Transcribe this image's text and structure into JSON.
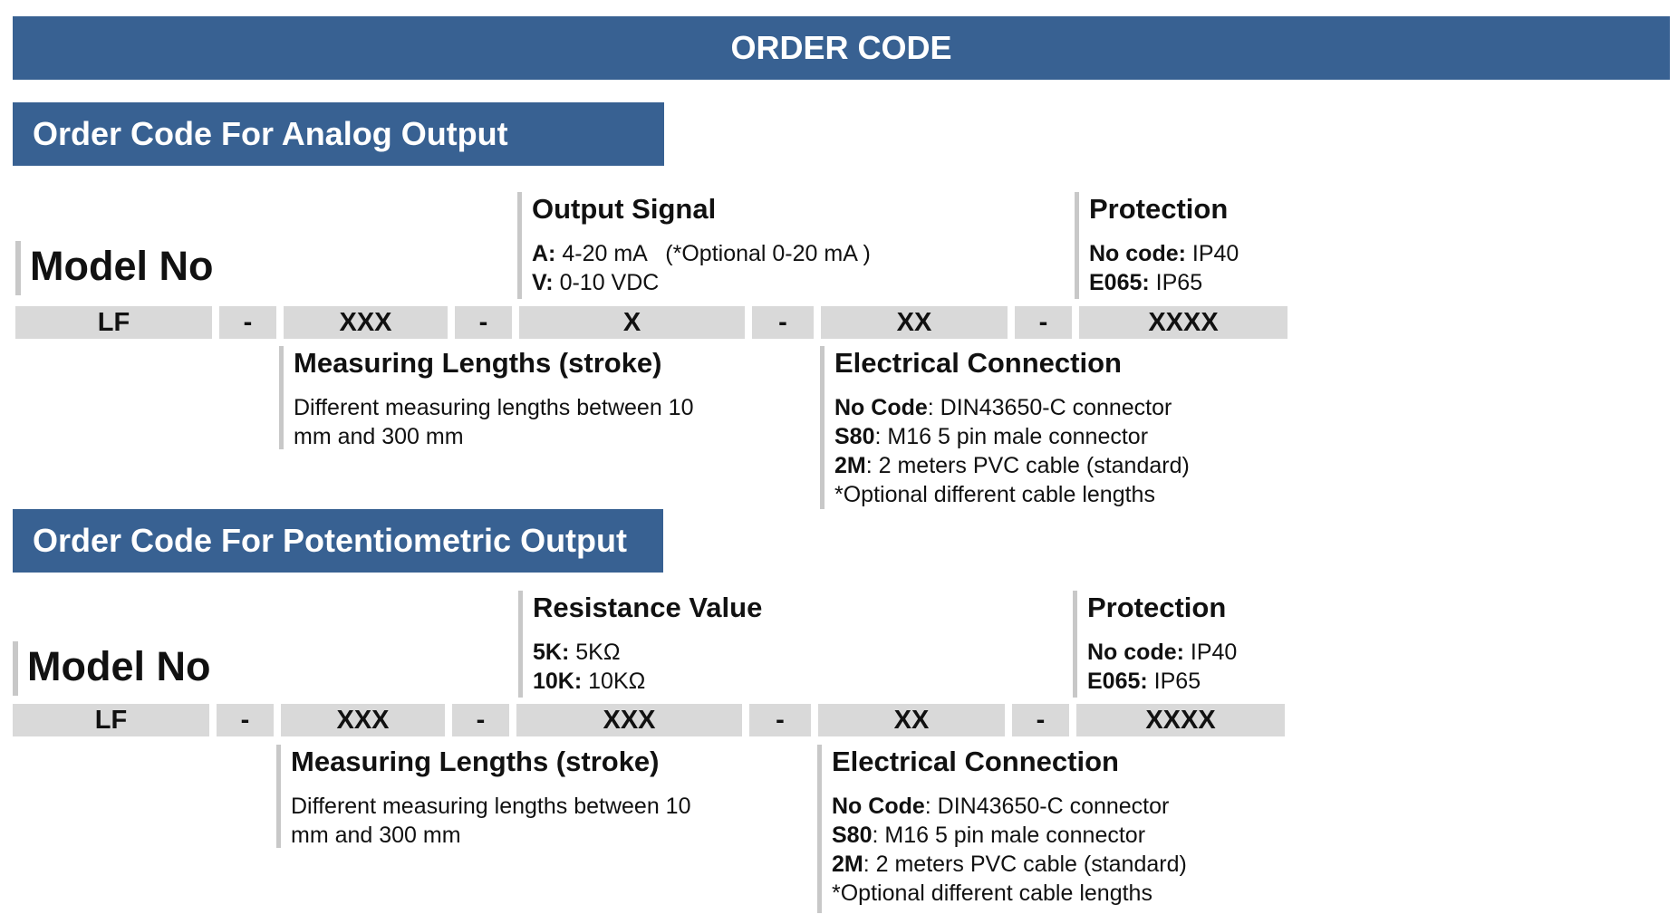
{
  "main_title": "ORDER CODE",
  "sections": [
    {
      "title": "Order Code For Analog Output",
      "model_label": "Model No",
      "code_cells": [
        "LF",
        "-",
        "XXX",
        "-",
        "X",
        "-",
        "XX",
        "-",
        "XXXX"
      ],
      "output_signal": {
        "title": "Output Signal",
        "lines": [
          {
            "key": "A:",
            "text": "4-20 mA   (*Optional 0-20 mA )"
          },
          {
            "key": "V:",
            "text": "0-10 VDC"
          }
        ]
      },
      "protection": {
        "title": "Protection",
        "lines": [
          {
            "key": "No code:",
            "text": "IP40"
          },
          {
            "key": "E065:",
            "text": "IP65"
          }
        ]
      },
      "measuring": {
        "title": "Measuring Lengths (stroke)",
        "lines": [
          "Different measuring lengths between 10",
          "mm and 300 mm"
        ]
      },
      "electrical": {
        "title": "Electrical Connection",
        "lines": [
          {
            "key": "No Code",
            "text": ": DIN43650-C connector"
          },
          {
            "key": "S80",
            "text": ": M16 5 pin male connector"
          },
          {
            "key": "2M",
            "text": ": 2 meters PVC cable (standard)"
          },
          {
            "key": "",
            "text": "*Optional different cable lengths"
          }
        ]
      }
    },
    {
      "title": "Order Code For Potentiometric Output",
      "model_label": "Model No",
      "code_cells": [
        "LF",
        "-",
        "XXX",
        "-",
        "XXX",
        "-",
        "XX",
        "-",
        "XXXX"
      ],
      "resistance": {
        "title": "Resistance Value",
        "lines": [
          {
            "key": "5K:",
            "text": "5KΩ"
          },
          {
            "key": "10K:",
            "text": "10KΩ"
          }
        ]
      },
      "protection": {
        "title": "Protection",
        "lines": [
          {
            "key": "No code:",
            "text": "IP40"
          },
          {
            "key": "E065:",
            "text": "IP65"
          }
        ]
      },
      "measuring": {
        "title": "Measuring Lengths (stroke)",
        "lines": [
          "Different measuring lengths between 10",
          "mm and 300 mm"
        ]
      },
      "electrical": {
        "title": "Electrical Connection",
        "lines": [
          {
            "key": "No Code",
            "text": ": DIN43650-C connector"
          },
          {
            "key": "S80",
            "text": ": M16 5 pin male connector"
          },
          {
            "key": "2M",
            "text": ": 2 meters PVC cable (standard)"
          },
          {
            "key": "",
            "text": "*Optional different cable lengths"
          }
        ]
      }
    }
  ],
  "colors": {
    "header_bg": "#386192",
    "cell_bg": "#d9d9d9",
    "rule": "#c8c8c8"
  }
}
